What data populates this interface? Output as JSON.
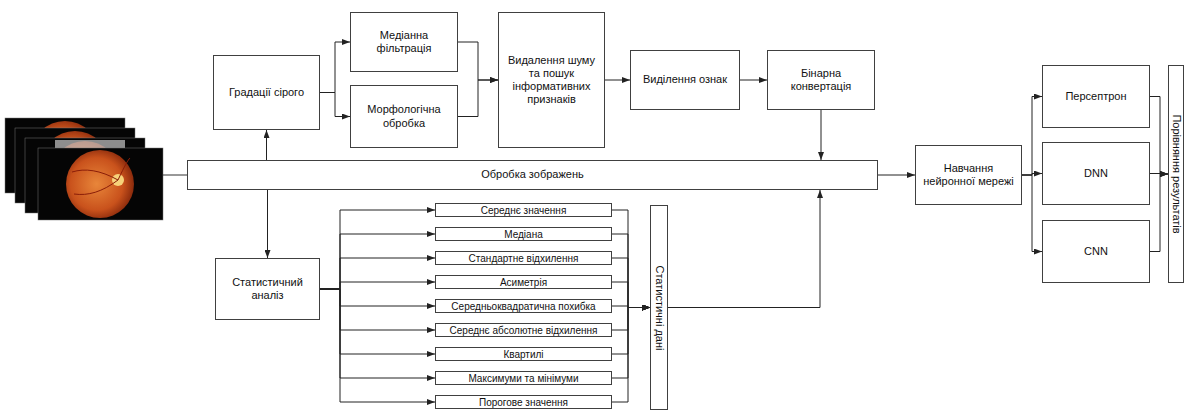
{
  "diagram": {
    "nodes": [
      {
        "text": [
          "Градації сірого"
        ]
      },
      {
        "text": [
          "Медіанна фільтрація"
        ]
      },
      {
        "text": [
          "Морфологічна обробка"
        ]
      },
      {
        "text": [
          "Видалення шуму та пошук інформативних признаків"
        ]
      },
      {
        "text": [
          "Виділення ознак"
        ]
      },
      {
        "text": [
          "Бінарна конвертація"
        ]
      },
      {
        "text": [
          "Обробка зображень"
        ]
      },
      {
        "text": [
          "Навчання нейронної мережі"
        ]
      },
      {
        "text": [
          "Персептрон"
        ]
      },
      {
        "text": [
          "DNN"
        ]
      },
      {
        "text": [
          "CNN"
        ]
      },
      {
        "text": [
          "Порівняння результатів"
        ]
      },
      {
        "text": [
          "Статистичний аналіз"
        ]
      },
      {
        "text": [
          "Середнє значення"
        ]
      },
      {
        "text": [
          "Медіана"
        ]
      },
      {
        "text": [
          "Стандартне відхилення"
        ]
      },
      {
        "text": [
          "Асиметрія"
        ]
      },
      {
        "text": [
          "Середньоквадратична похибка"
        ]
      },
      {
        "text": [
          "Середнє абсолютне відхилення"
        ]
      },
      {
        "text": [
          "Квартилі"
        ]
      },
      {
        "text": [
          "Максимуми та мінімуми"
        ]
      },
      {
        "text": [
          "Порогове значення"
        ]
      },
      {
        "text": [
          "Статистичні дані"
        ]
      }
    ],
    "edges": [
      {
        "from": 6,
        "to": 0,
        "arrow": "to"
      },
      {
        "from": 6,
        "to": 12,
        "arrow": "to"
      },
      {
        "from": 0,
        "to": 1,
        "arrow": "to"
      },
      {
        "from": 0,
        "to": 2,
        "arrow": "to"
      },
      {
        "from": 1,
        "to": 3,
        "arrow": "to"
      },
      {
        "from": 2,
        "to": 3,
        "arrow": "to"
      },
      {
        "from": 3,
        "to": 4,
        "arrow": "to"
      },
      {
        "from": 4,
        "to": 5,
        "arrow": "to"
      },
      {
        "from": 5,
        "to": 6,
        "arrow": "to"
      },
      {
        "from": 12,
        "to": 13,
        "arrow": "to"
      },
      {
        "from": 12,
        "to": 14,
        "arrow": "to"
      },
      {
        "from": 12,
        "to": 15,
        "arrow": "to"
      },
      {
        "from": 12,
        "to": 16,
        "arrow": "to"
      },
      {
        "from": 12,
        "to": 17,
        "arrow": "to"
      },
      {
        "from": 12,
        "to": 18,
        "arrow": "to"
      },
      {
        "from": 12,
        "to": 19,
        "arrow": "to"
      },
      {
        "from": 12,
        "to": 20,
        "arrow": "to"
      },
      {
        "from": 12,
        "to": 21,
        "arrow": "to"
      },
      {
        "from": 13,
        "to": 22,
        "arrow": "to"
      },
      {
        "from": 14,
        "to": 22,
        "arrow": "to"
      },
      {
        "from": 15,
        "to": 22,
        "arrow": "to"
      },
      {
        "from": 16,
        "to": 22,
        "arrow": "to"
      },
      {
        "from": 17,
        "to": 22,
        "arrow": "to"
      },
      {
        "from": 18,
        "to": 22,
        "arrow": "to"
      },
      {
        "from": 19,
        "to": 22,
        "arrow": "to"
      },
      {
        "from": 20,
        "to": 22,
        "arrow": "to"
      },
      {
        "from": 21,
        "to": 22,
        "arrow": "to"
      },
      {
        "from": 22,
        "to": 6,
        "arrow": "to"
      },
      {
        "from": 6,
        "to": 7,
        "arrow": "to"
      },
      {
        "from": 7,
        "to": 8,
        "arrow": "to"
      },
      {
        "from": 7,
        "to": 9,
        "arrow": "to"
      },
      {
        "from": 7,
        "to": 10,
        "arrow": "to"
      },
      {
        "from": 8,
        "to": 11,
        "arrow": "to"
      },
      {
        "from": 9,
        "to": 11,
        "arrow": "to"
      },
      {
        "from": 10,
        "to": 11,
        "arrow": "to"
      }
    ]
  }
}
